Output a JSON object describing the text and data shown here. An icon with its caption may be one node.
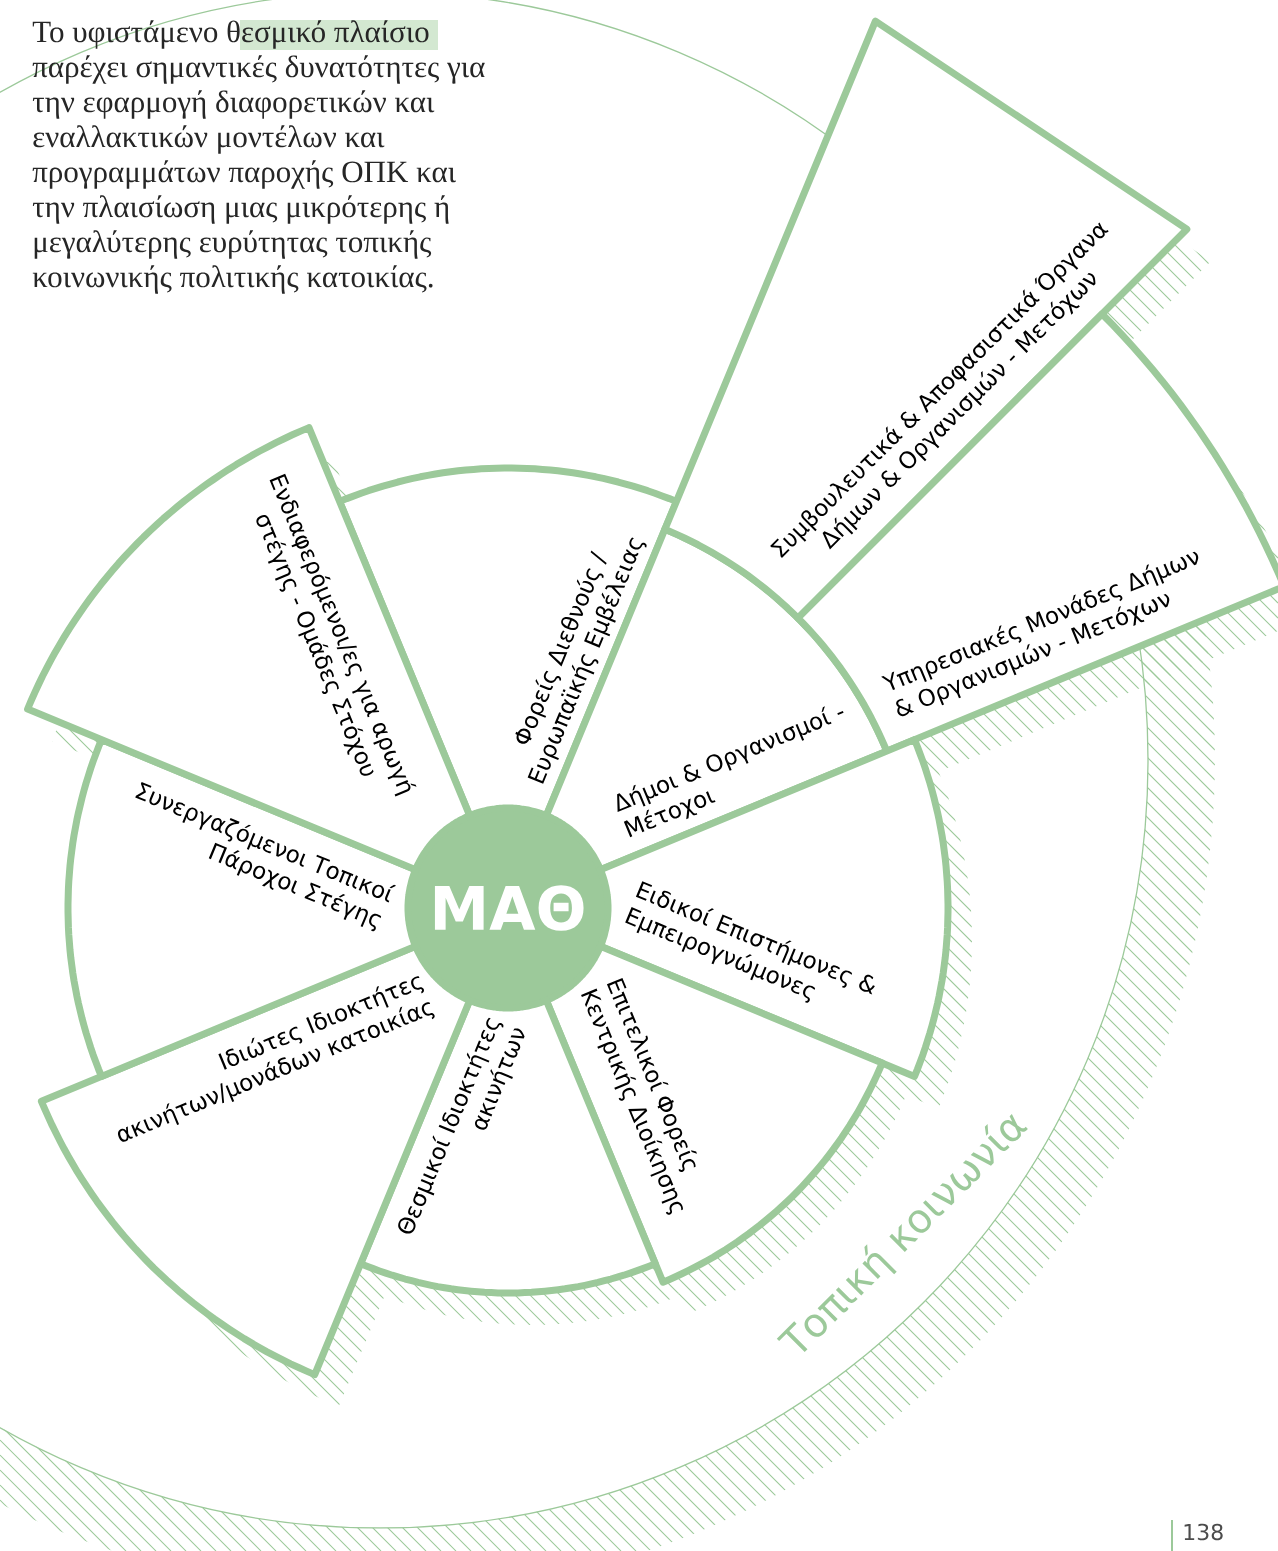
{
  "diagram": {
    "nodes": [
      {
        "text": [
          "ΜΑΘ"
        ]
      },
      {
        "text": [
          "Φορείς Διεθνούς / Ευρωπαϊκής Εμβέλειας"
        ]
      },
      {
        "text": [
          "Δήμοι & Οργανισμοί - Μέτοχοι"
        ]
      },
      {
        "text": [
          "Συμβουλευτικά & Αποφασιστικά Όργανα Δήμων & Οργανισμών - Μετόχων"
        ]
      },
      {
        "text": [
          "Υπηρεσιακές Μονάδες Δήμων & Οργανισμών - Μετόχων"
        ]
      },
      {
        "text": [
          "Ειδικοί Επιστήμονες & Εμπειρογνώμονες"
        ]
      },
      {
        "text": [
          "Επιτελικοί Φορείς Κεντρικής Διοίκησης"
        ]
      },
      {
        "text": [
          "Θεσμικοί Ιδιοκτήτες ακινήτων"
        ]
      },
      {
        "text": [
          "Ιδιώτες Ιδιοκτήτες ακινήτων/μονάδων κατοικίας"
        ]
      },
      {
        "text": [
          "Συνεργαζόμενοι Τοπικοί Πάροχοι Στέγης"
        ]
      },
      {
        "text": [
          "Ενδιαφερόμενοι/ες για αρωγή στέγης - Ομάδες Στόχου"
        ]
      }
    ],
    "labels": [
      "Το υφιστάμενο θεσμικό πλαίσιο παρέχει σημαντικές δυνατότητες για την εφαρμογή διαφορετικών και εναλλακτικών μοντέλων και προγραμμάτων παροχής ΟΠΚ και την πλαισίωση μιας μικρότερης ή μεγαλύτερης ευρύτητας τοπικής κοινωνικής πολιτικής κατοικίας.",
      "Τοπική κοινωνία",
      "138"
    ]
  }
}
